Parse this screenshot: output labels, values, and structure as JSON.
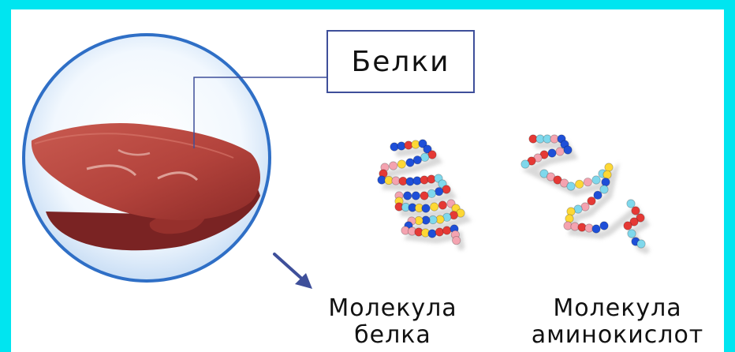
{
  "label": {
    "text": "Белки"
  },
  "captions": {
    "protein_molecule": [
      "Молекула",
      "белка"
    ],
    "amino_acid_molecule": [
      "Молекула",
      "аминокислот"
    ]
  },
  "colors": {
    "frame": "#00e5f0",
    "box_border": "#3e4f9a",
    "arrow": "#3e4f9a",
    "circle_border": "#2f6fc6",
    "bead_palette": [
      "#e53935",
      "#fdd835",
      "#1e4fd8",
      "#f4a3b0",
      "#7fd8ec"
    ]
  },
  "icons": {
    "arrow": "arrow-down-right-icon"
  }
}
